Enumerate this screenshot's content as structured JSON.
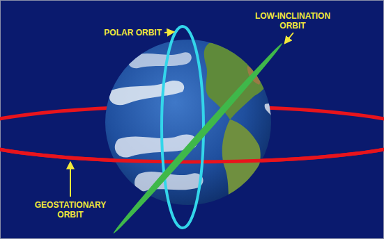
{
  "diagram": {
    "labels": [
      "POLAR ORBIT",
      "LOW-INCLINATION ORBIT",
      "GEOSTATIONARY ORBIT"
    ]
  }
}
